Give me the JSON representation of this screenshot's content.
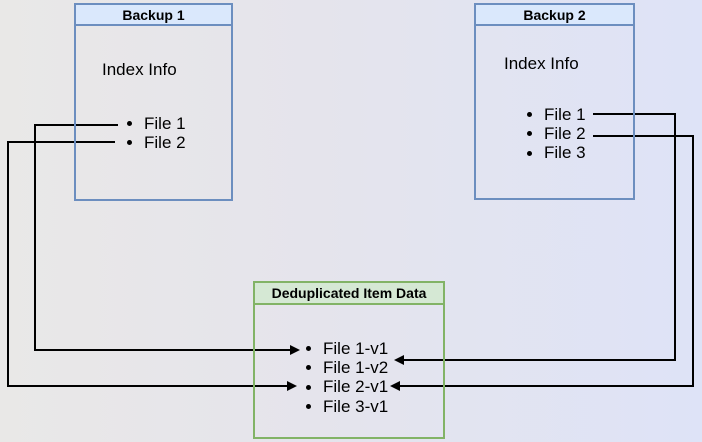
{
  "diagram": {
    "backup1": {
      "title": "Backup 1",
      "index_label": "Index Info",
      "files": [
        "File 1",
        "File 2"
      ]
    },
    "backup2": {
      "title": "Backup 2",
      "index_label": "Index Info",
      "files": [
        "File 1",
        "File 2",
        "File 3"
      ]
    },
    "dedup": {
      "title": "Deduplicated Item Data",
      "items": [
        "File 1-v1",
        "File 1-v2",
        "File 2-v1",
        "File 3-v1"
      ]
    },
    "connections": [
      {
        "from": "Backup 1 / File 1",
        "to": "File 1-v1",
        "label": "Backup 1 File 1 to File 1-v1"
      },
      {
        "from": "Backup 1 / File 2",
        "to": "File 2-v1",
        "label": "Backup 1 File 2 to File 2-v1"
      },
      {
        "from": "Backup 2 / File 1",
        "to": "File 1-v2",
        "label": "Backup 2 File 1 to File 1-v2"
      },
      {
        "from": "Backup 2 / File 2",
        "to": "File 2-v1",
        "label": "Backup 2 File 2 to File 2-v1"
      }
    ],
    "colors": {
      "box_blue_border": "#6c8ebf",
      "box_blue_header": "#dae8fc",
      "box_green_border": "#82b366",
      "box_green_header": "#d5e8d4",
      "connector": "#000000"
    }
  }
}
